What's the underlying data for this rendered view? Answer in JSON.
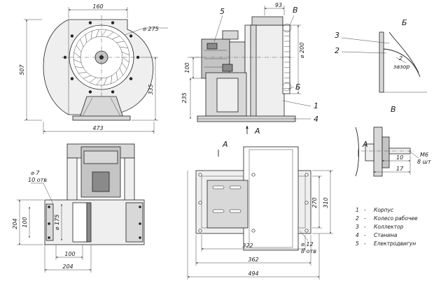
{
  "dimensions": {
    "front_inlet_offset": "160",
    "front_wheel_diameter": "⌀ 275",
    "front_height": "507",
    "front_axis_height": "335",
    "front_width": "473",
    "side_offset": "93",
    "side_outlet_diameter": "⌀ 200",
    "side_motor_axis": "100",
    "side_base_height": "235",
    "plan_hole_diameter": "⌀ 7",
    "plan_hole_count": "10 отв",
    "plan_height": "204",
    "plan_inner": "100",
    "plan_inlet_diameter": "⌀ 175",
    "plan_bottom_inner": "100",
    "plan_bottom_width": "204",
    "base_height_inner": "270",
    "base_height_outer": "310",
    "base_hole_diameter": "⌀ 12",
    "base_hole_count": "8 отв",
    "base_width_inner": "322",
    "base_width_mid": "362",
    "base_width_outer": "494",
    "detail_c_bolt": "M6",
    "detail_c_bolt_count": "8 шт",
    "detail_c_10": "10",
    "detail_c_17": "17",
    "detail_b_gap": "2",
    "detail_b_gap_label": "зазор"
  },
  "callouts": {
    "c1": "1",
    "c2": "2",
    "c3": "3",
    "c4": "4",
    "c5": "5",
    "detail_b": "Б",
    "detail_c": "В",
    "view_a": "А",
    "view_a_left": "А",
    "view_a_right": "А"
  },
  "details": {
    "b_title": "Б",
    "c_title": "В"
  },
  "legend": [
    {
      "num": "1",
      "dash": "-",
      "text": "Корпус"
    },
    {
      "num": "2",
      "dash": "-",
      "text": "Колесо рабочее"
    },
    {
      "num": "3",
      "dash": "-",
      "text": "Коллектор"
    },
    {
      "num": "4",
      "dash": "-",
      "text": "Станина"
    },
    {
      "num": "5",
      "dash": "-",
      "text": "Електродвигун"
    }
  ]
}
